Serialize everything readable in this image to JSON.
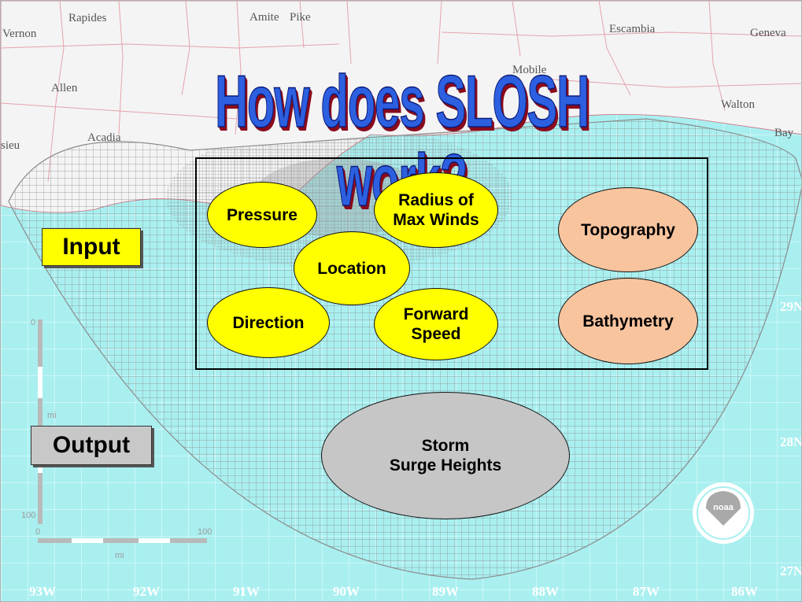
{
  "title": "How does SLOSH work?",
  "input_label": "Input",
  "output_label": "Output",
  "inputs": {
    "pressure": "Pressure",
    "radius": "Radius of\nMax Winds",
    "location": "Location",
    "direction": "Direction",
    "forward_speed": "Forward\nSpeed",
    "topography": "Topography",
    "bathymetry": "Bathymetry"
  },
  "output": "Storm\nSurge Heights",
  "map_labels": {
    "places": [
      "Vernon",
      "Rapides",
      "Amite",
      "Pike",
      "Escambia",
      "Geneva",
      "Allen",
      "Mobile",
      "Walton",
      "Acadia",
      "Bay",
      "sieu"
    ],
    "longitudes": [
      "93W",
      "92W",
      "91W",
      "90W",
      "89W",
      "88W",
      "87W",
      "86W"
    ],
    "latitudes": [
      "29N",
      "28N",
      "27N"
    ],
    "scale_vertical": [
      "0",
      "mi",
      "100"
    ],
    "scale_horizontal": [
      "0",
      "100",
      "mi"
    ]
  },
  "colors": {
    "water": "#a9eff0",
    "land": "#f4f4f4",
    "grid": "#9a9a9a",
    "title_fill": "#2d60e0",
    "title_shadow": "#8a0b1c",
    "input_fill": "#ffff00",
    "static_fill": "#f8c49e",
    "output_fill": "#c6c6c6"
  },
  "logo": "noaa-logo-icon"
}
